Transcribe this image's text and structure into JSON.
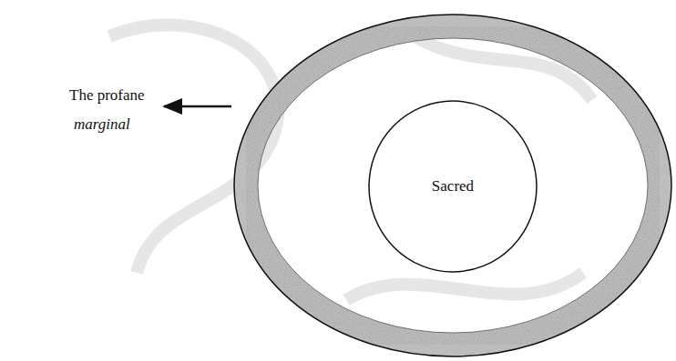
{
  "diagram": {
    "nodes": [
      {
        "text": [
          "Sacred"
        ]
      }
    ],
    "labels": [
      "The profane",
      "marginal"
    ]
  }
}
